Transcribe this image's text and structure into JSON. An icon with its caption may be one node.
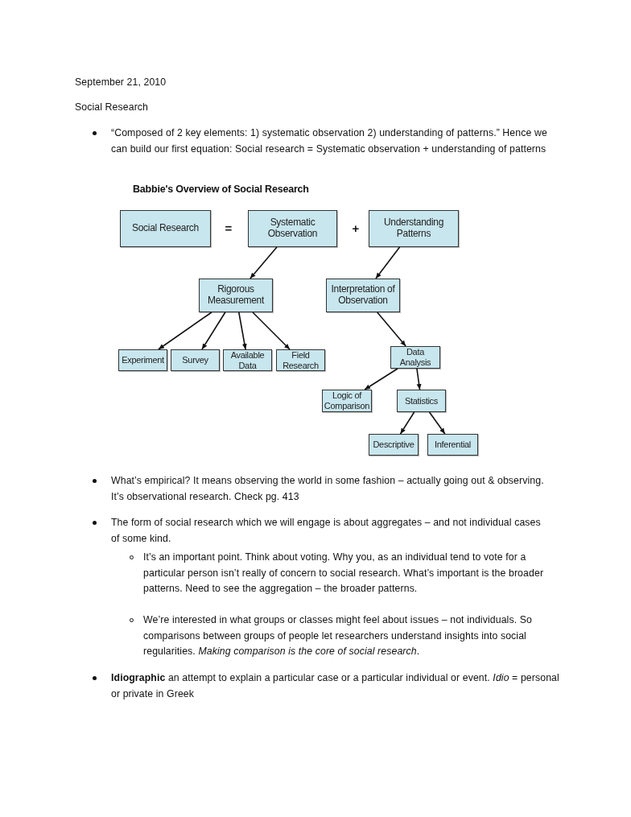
{
  "diagram": {
    "title": "Babbie's Overview of Social Research",
    "nodes": [
      {
        "text": [
          "Social Research"
        ]
      },
      {
        "text": [
          "Systematic Observation"
        ]
      },
      {
        "text": [
          "Understanding Patterns"
        ]
      },
      {
        "text": [
          "Rigorous Measurement"
        ]
      },
      {
        "text": [
          "Interpretation of Observation"
        ]
      },
      {
        "text": [
          "Experiment"
        ]
      },
      {
        "text": [
          "Survey"
        ]
      },
      {
        "text": [
          "Available Data"
        ]
      },
      {
        "text": [
          "Field Research"
        ]
      },
      {
        "text": [
          "Data Analysis"
        ]
      },
      {
        "text": [
          "Logic of Comparison"
        ]
      },
      {
        "text": [
          "Statistics"
        ]
      },
      {
        "text": [
          "Descriptive"
        ]
      },
      {
        "text": [
          "Inferential"
        ]
      }
    ],
    "edges": [
      {
        "from": 1,
        "to": 3,
        "arrow": "to"
      },
      {
        "from": 2,
        "to": 4,
        "arrow": "to"
      },
      {
        "from": 3,
        "to": 5,
        "arrow": "to"
      },
      {
        "from": 3,
        "to": 6,
        "arrow": "to"
      },
      {
        "from": 3,
        "to": 7,
        "arrow": "to"
      },
      {
        "from": 3,
        "to": 8,
        "arrow": "to"
      },
      {
        "from": 4,
        "to": 9,
        "arrow": "to"
      },
      {
        "from": 9,
        "to": 10,
        "arrow": "to"
      },
      {
        "from": 9,
        "to": 11,
        "arrow": "to"
      },
      {
        "from": 11,
        "to": 12,
        "arrow": "to"
      },
      {
        "from": 11,
        "to": 13,
        "arrow": "to"
      }
    ],
    "labels": [
      "September 21, 2010",
      "Social Research",
      "“Composed of 2 key elements: 1) systematic observation 2) understanding of patterns.” Hence we can build our first equation: Social research = Systematic observation + understanding of patterns",
      "=",
      "+",
      "What’s empirical? It means observing the world in some fashion – actually going out & observing. It’s observational research. Check pg. 413",
      "The form of social research which we will engage is about aggregates – and not individual cases of some kind.",
      "It’s an important point. Think about voting. Why you, as an individual tend to vote for a particular person isn’t really of concern to social research. What’s important is the broader patterns. Need to see the aggregation – the broader patterns.",
      "We’re interested in what groups or classes might feel about issues – not individuals. So comparisons between groups of people let researchers understand insights into social regularities. *Making comparison is the core of social research*.",
      "**Idiographic** an attempt to explain a particular case or a particular individual or event. *Idio* = personal or private in Greek"
    ]
  }
}
